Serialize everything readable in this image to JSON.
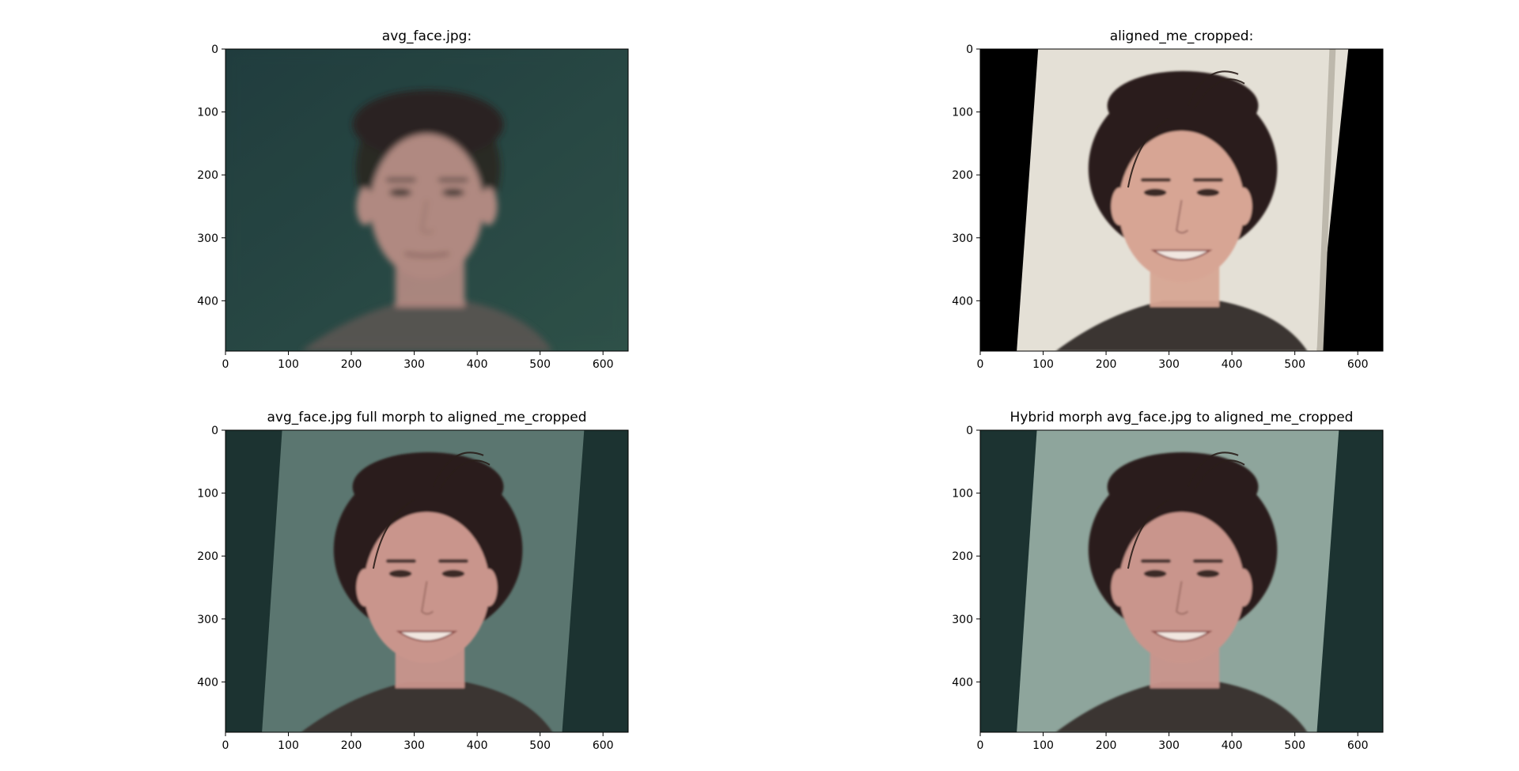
{
  "figure": {
    "panels": [
      {
        "id": "avg",
        "title": "avg_face.jpg:",
        "image": "average-face",
        "xticks": [
          "0",
          "100",
          "200",
          "300",
          "400",
          "500",
          "600"
        ],
        "yticks": [
          "0",
          "100",
          "200",
          "300",
          "400"
        ],
        "xrange": [
          0,
          640
        ],
        "yrange": [
          0,
          480
        ]
      },
      {
        "id": "me",
        "title": "aligned_me_cropped:",
        "image": "aligned-portrait",
        "xticks": [
          "0",
          "100",
          "200",
          "300",
          "400",
          "500",
          "600"
        ],
        "yticks": [
          "0",
          "100",
          "200",
          "300",
          "400"
        ],
        "xrange": [
          0,
          640
        ],
        "yrange": [
          0,
          480
        ]
      },
      {
        "id": "full",
        "title": "avg_face.jpg full morph to aligned_me_cropped",
        "image": "full-morph",
        "xticks": [
          "0",
          "100",
          "200",
          "300",
          "400",
          "500",
          "600"
        ],
        "yticks": [
          "0",
          "100",
          "200",
          "300",
          "400"
        ],
        "xrange": [
          0,
          640
        ],
        "yrange": [
          0,
          480
        ]
      },
      {
        "id": "hybrid",
        "title": "Hybrid morph avg_face.jpg to aligned_me_cropped",
        "image": "hybrid-morph",
        "xticks": [
          "0",
          "100",
          "200",
          "300",
          "400",
          "500",
          "600"
        ],
        "yticks": [
          "0",
          "100",
          "200",
          "300",
          "400"
        ],
        "xrange": [
          0,
          640
        ],
        "yrange": [
          0,
          480
        ]
      }
    ]
  },
  "colors": {
    "avg_bg": "#23403c",
    "wall": "#e4e0d6",
    "morph_bg": "#1c3331",
    "morph_wall": "#5b7670",
    "hybrid_wall": "#8ea59c",
    "skin": "#c9958c",
    "hair": "#2a1e1a"
  }
}
